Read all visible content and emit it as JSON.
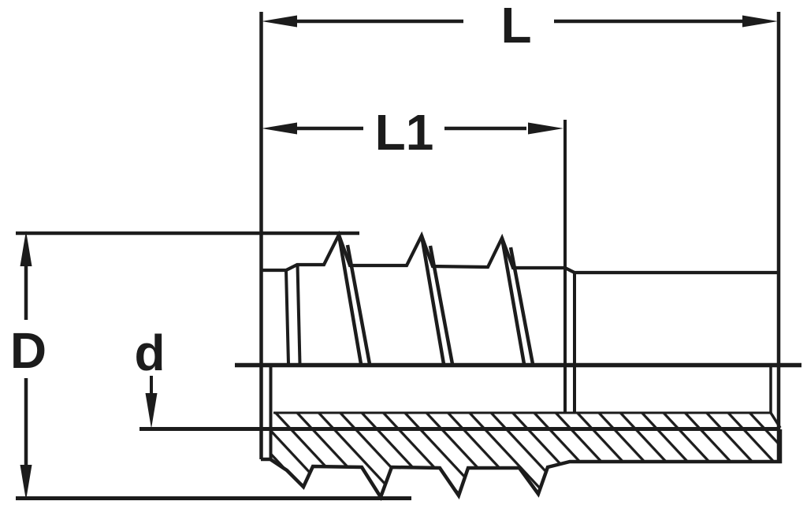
{
  "drawing": {
    "background_color": "#ffffff",
    "line_color": "#1c1c1c",
    "dimension_labels": {
      "overall_length": "L",
      "thread_length": "L1",
      "outer_diameter": "D",
      "bore_diameter": "d"
    }
  }
}
